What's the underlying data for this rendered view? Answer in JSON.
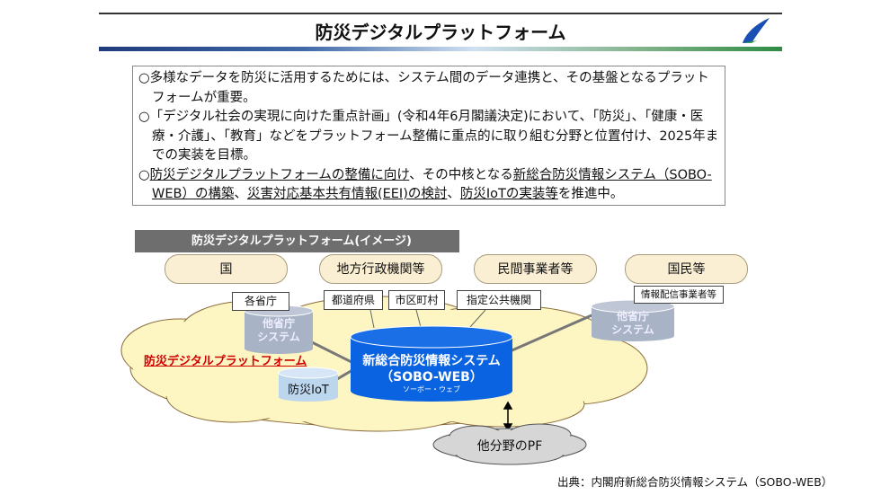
{
  "header": {
    "title": "防災デジタルプラットフォーム"
  },
  "bullets": [
    {
      "text": "○多様なデータを防災に活用するためには、システム間のデータ連携と、その基盤となるプラットフォームが重要。"
    },
    {
      "text": "○「デジタル社会の実現に向けた重点計画」(令和4年6月閣議決定)において、「防災」、「健康・医療・介護」、「教育」などをプラットフォーム整備に重点的に取り組む分野と位置付け、2025年までの実装を目標。"
    },
    {
      "parts": [
        "○",
        "防災デジタルプラットフォームの整備に向け",
        "、その中核となる",
        "新総合防災情報システム（SOBO-WEB）の構築",
        "、",
        "災害対応基本共有情報(EEI)の検討",
        "、",
        "防災IoTの実装等",
        "を推進中。"
      ]
    }
  ],
  "diagram": {
    "banner": "防災デジタルプラットフォーム(イメージ)",
    "actors": [
      "国",
      "地方行政機関等",
      "民間事業者等",
      "国民等"
    ],
    "labels": {
      "ministries": "各省庁",
      "prefectures": "都道府県",
      "municipalities": "市区町村",
      "public_orgs": "指定公共機関",
      "info_distributors": "情報配信事業者等"
    },
    "other_system_left": [
      "他省庁",
      "システム"
    ],
    "other_system_right": [
      "他省庁",
      "システム"
    ],
    "platform_label": "防災デジタルプラットフォーム",
    "iot": "防災IoT",
    "core": {
      "name": "新総合防災情報システム",
      "abbr": "（SOBO-WEB）",
      "reading": "ソーボー・ウェブ"
    },
    "other_pf": "他分野のPF"
  },
  "footer": {
    "source": "出典：内閣府新総合防災情報システム（SOBO-WEB）"
  }
}
